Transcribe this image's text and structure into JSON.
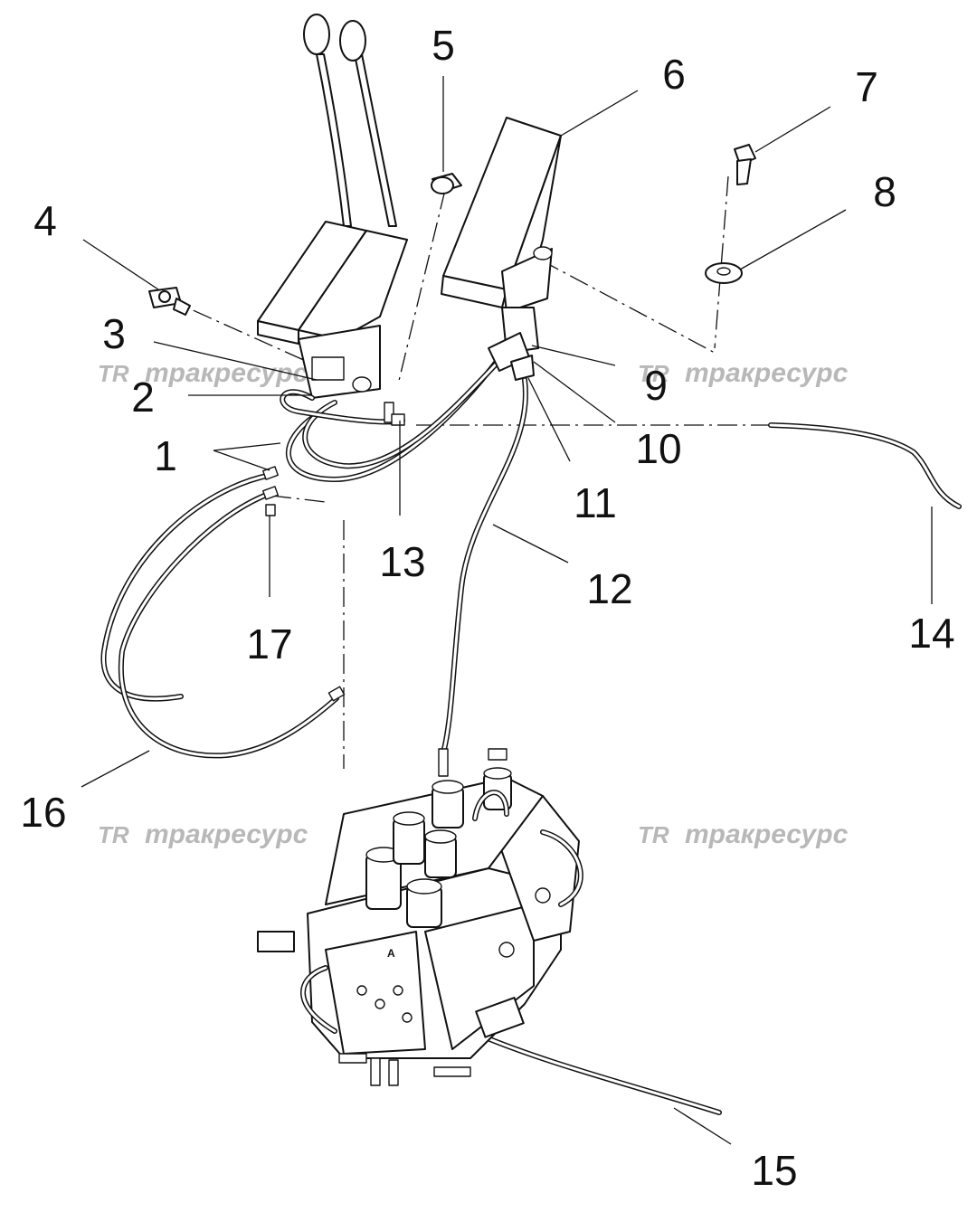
{
  "callouts": [
    {
      "id": "1",
      "label": "1"
    },
    {
      "id": "2",
      "label": "2"
    },
    {
      "id": "3",
      "label": "3"
    },
    {
      "id": "4",
      "label": "4"
    },
    {
      "id": "5",
      "label": "5"
    },
    {
      "id": "6",
      "label": "6"
    },
    {
      "id": "7",
      "label": "7"
    },
    {
      "id": "8",
      "label": "8"
    },
    {
      "id": "9",
      "label": "9"
    },
    {
      "id": "10",
      "label": "10"
    },
    {
      "id": "11",
      "label": "11"
    },
    {
      "id": "12",
      "label": "12"
    },
    {
      "id": "13",
      "label": "13"
    },
    {
      "id": "14",
      "label": "14"
    },
    {
      "id": "15",
      "label": "15"
    },
    {
      "id": "16",
      "label": "16"
    },
    {
      "id": "17",
      "label": "17"
    }
  ],
  "watermark": {
    "logo": "TR",
    "text": "тракресурс"
  },
  "valve_mark": "A"
}
